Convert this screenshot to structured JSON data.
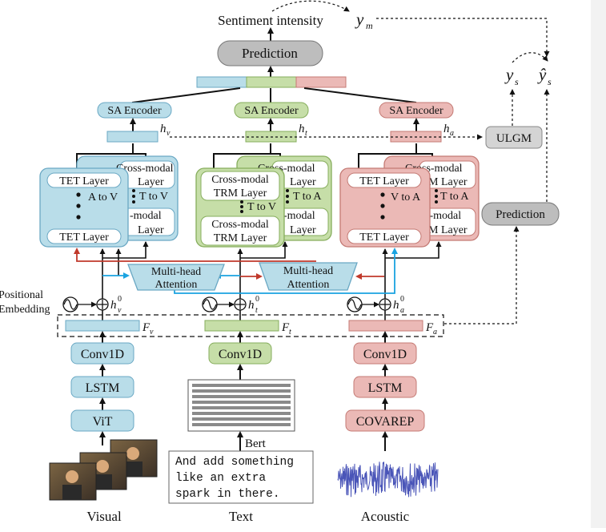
{
  "top": {
    "title": "Sentiment intensity",
    "ym": "y",
    "ym_sub": "m",
    "prediction": "Prediction",
    "ys": "y",
    "ys_sub": "s",
    "yhat": "ŷ",
    "yhat_sub": "s"
  },
  "encoders": {
    "visual": "SA Encoder",
    "text": "SA Encoder",
    "acoustic": "SA Encoder"
  },
  "hidden": {
    "v": "h",
    "v_sub": "v",
    "t": "h",
    "t_sub": "t",
    "a": "h",
    "a_sub": "a"
  },
  "ulgm": "ULGM",
  "side_prediction": "Prediction",
  "visual_block": {
    "front_top": "TET Layer",
    "front_mid": "A to V",
    "front_bottom": "TET Layer",
    "back_top_1": "Cross-modal",
    "back_top_2": "Layer",
    "back_mid": "T to V",
    "back_bottom_1": "-modal",
    "back_bottom_2": "Layer"
  },
  "text_block": {
    "front_top_1": "Cross-modal",
    "front_top_2": "TRM Layer",
    "front_mid": "T to V",
    "front_bottom_1": "Cross-modal",
    "front_bottom_2": "TRM Layer",
    "back_top_1": "Cross-modal",
    "back_top_2": "Layer",
    "back_mid": "T to A",
    "back_bottom_1": "-modal",
    "back_bottom_2": "Layer"
  },
  "acoustic_block": {
    "front_top": "TET Layer",
    "front_mid": "V to A",
    "front_bottom": "TET Layer",
    "back_top_1": "Cross-modal",
    "back_top_2": "M Layer",
    "back_mid": "T to A",
    "back_bottom_1": "s-modal",
    "back_bottom_2": "M Layer"
  },
  "attention": {
    "left_1": "Multi-head",
    "left_2": "Attention",
    "right_1": "Multi-head",
    "right_2": "Attention"
  },
  "positional": {
    "line1": "Positional",
    "line2": "Embedding"
  },
  "h0": {
    "v": "h",
    "v_sub": "v",
    "v_sup": "0",
    "t": "h",
    "t_sub": "t",
    "t_sup": "0",
    "a": "h",
    "a_sub": "a",
    "a_sup": "0"
  },
  "features": {
    "v": "F",
    "v_sub": "v",
    "t": "F",
    "t_sub": "t",
    "a": "F",
    "a_sub": "a"
  },
  "visual_stack": [
    "Conv1D",
    "LSTM",
    "ViT"
  ],
  "text_stack": [
    "Conv1D"
  ],
  "acoustic_stack": [
    "Conv1D",
    "LSTM",
    "COVAREP"
  ],
  "bert": "Bert",
  "sample_text": [
    "And add something",
    "like an extra",
    "spark in there."
  ],
  "modalities": {
    "visual": "Visual",
    "text": "Text",
    "acoustic": "Acoustic"
  },
  "colors": {
    "blue_fill": "#b9dde9",
    "blue_stroke": "#6aa8c4",
    "green_fill": "#c6dea8",
    "green_stroke": "#86ad5c",
    "red_fill": "#ebb9b6",
    "red_stroke": "#c47a74",
    "gray_fill": "#c8c8c8",
    "arrow_blue": "#1aa3e0",
    "arrow_red": "#c0392b"
  }
}
